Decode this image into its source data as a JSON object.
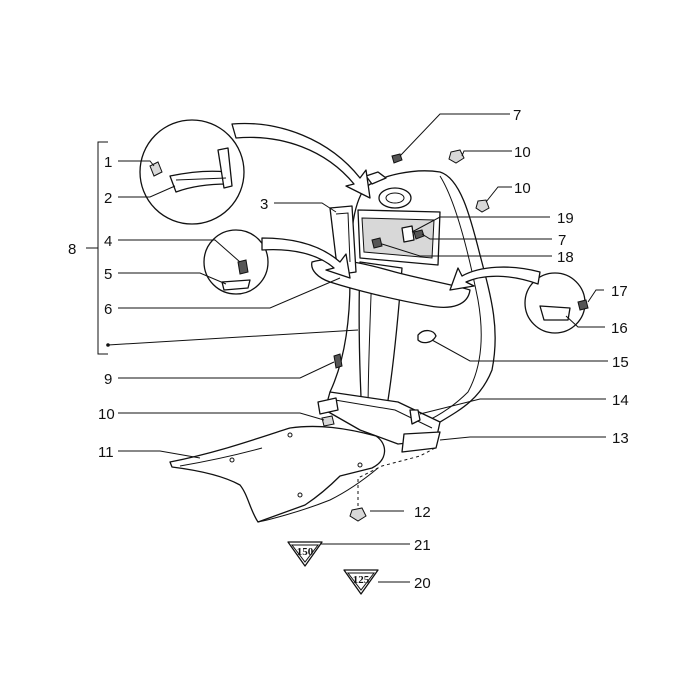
{
  "callouts": {
    "c1": "1",
    "c2": "2",
    "c3": "3",
    "c4": "4",
    "c5": "5",
    "c6": "6",
    "c7a": "7",
    "c7b": "7",
    "c8": "8",
    "c9": "9",
    "c10a": "10",
    "c10b": "10",
    "c10c": "10",
    "c11": "11",
    "c12": "12",
    "c13": "13",
    "c14": "14",
    "c15": "15",
    "c16": "16",
    "c17": "17",
    "c18": "18",
    "c19": "19",
    "c20": "20",
    "c21": "21"
  },
  "badges": {
    "b150": "150",
    "b125": "125"
  },
  "colors": {
    "ink": "#111111",
    "paper": "#ffffff"
  }
}
